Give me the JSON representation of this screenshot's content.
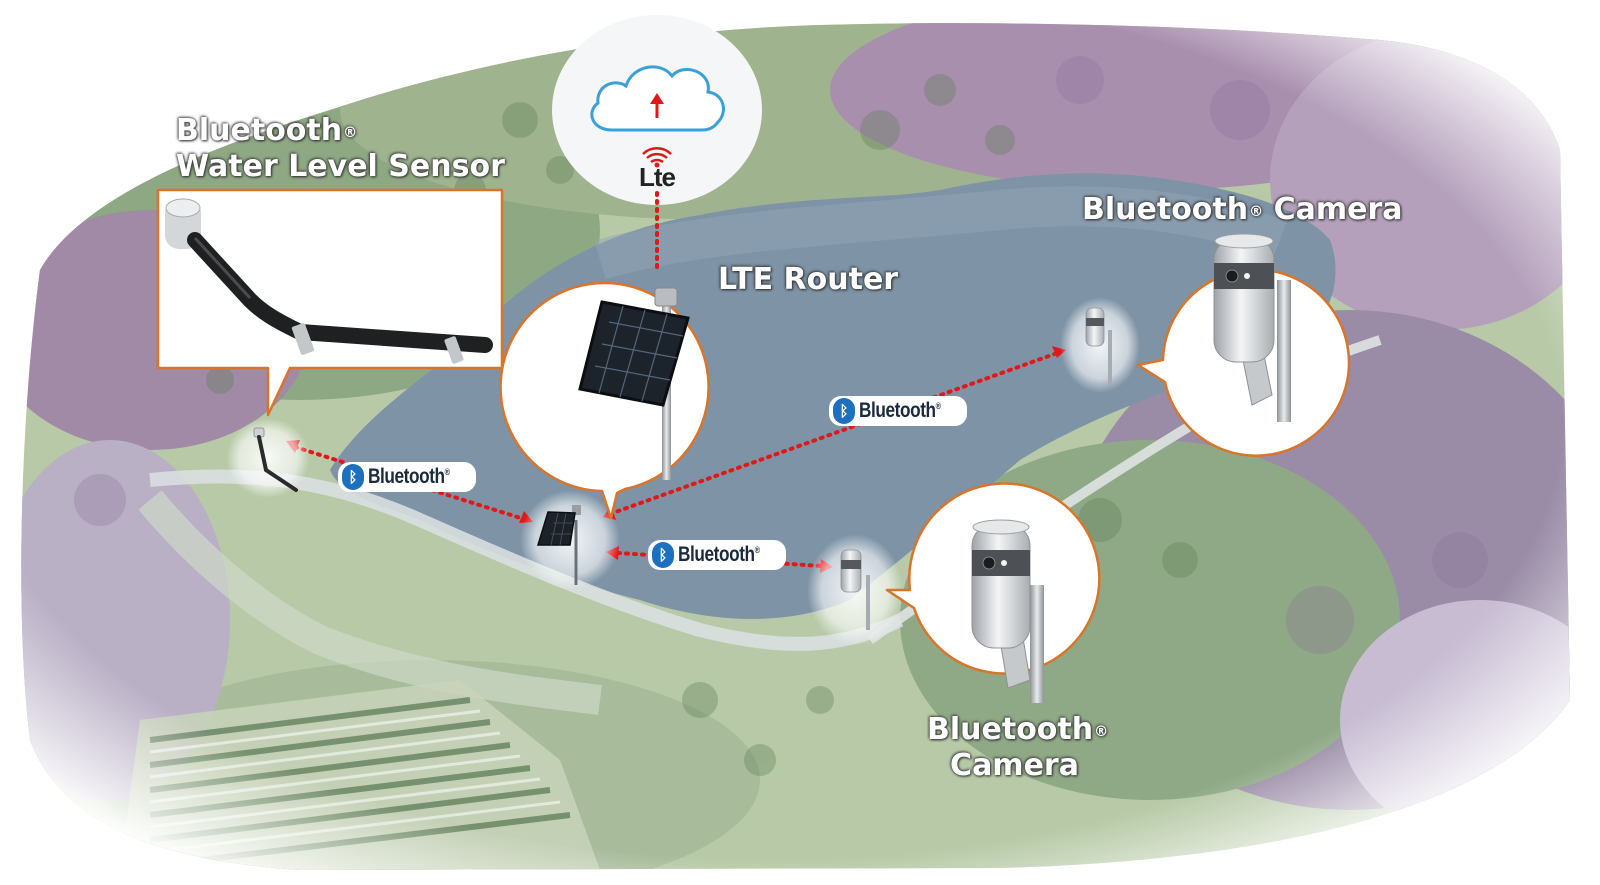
{
  "labels": {
    "water_sensor_line1": "Bluetooth",
    "water_sensor_line2": "Water Level Sensor",
    "lte_router": "LTE Router",
    "camera_top": "Bluetooth",
    "camera_top_suffix": "Camera",
    "camera_bottom_line1": "Bluetooth",
    "camera_bottom_line2": "Camera",
    "registered": "®"
  },
  "lte_badge": "Lte",
  "bluetooth_badge": {
    "text": "Bluetooth",
    "trademark": "®",
    "icon": "bluetooth-rune-icon",
    "color": "#1d6fc0"
  },
  "colors": {
    "link": "#e01818",
    "callout_border": "#d9752b",
    "cloud": "#3aa0d8",
    "water": "#7e93a6"
  }
}
